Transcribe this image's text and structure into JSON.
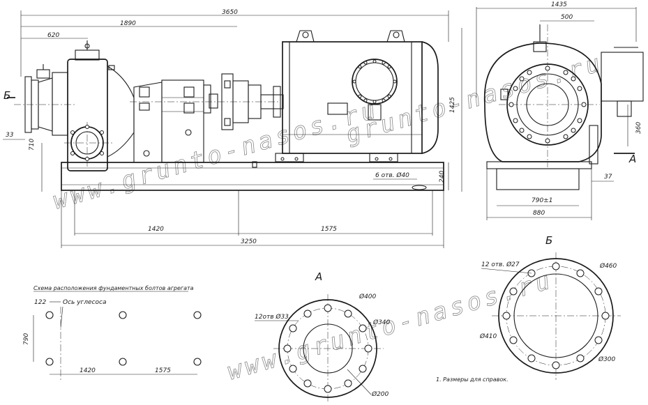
{
  "watermark": {
    "text_main": "www.grunto-nasos.ru",
    "text_top": "grunto-nasos.ru",
    "text_bottom": "www.grunto-nasos.ru"
  },
  "section_labels": {
    "a_marker": "А",
    "b_marker": "Б",
    "a_view": "А",
    "b_view": "Б"
  },
  "dimensions": {
    "overall_length": "3650",
    "d1890": "1890",
    "d620": "620",
    "height": "1425",
    "d710": "710",
    "d33": "33",
    "d240": "240",
    "base_length": "3250",
    "d1420": "1420",
    "d1575": "1575",
    "holes_base": "6 отв. Ø40",
    "end_width": "1435",
    "d500": "500",
    "d360": "360",
    "d37": "37",
    "d790": "790±1",
    "d880": "880",
    "a_holes": "12отв Ø33",
    "a_d400": "Ø400",
    "a_d340": "Ø340",
    "a_d200": "Ø200",
    "b_holes": "12 отв. Ø27",
    "b_d460": "Ø460",
    "b_d410": "Ø410",
    "b_d300": "Ø300"
  },
  "foundation_scheme": {
    "title": "Схема расположения фундаментных болтов агрегата",
    "d122": "122",
    "axis_label": "Ось углесоса",
    "d790": "790",
    "d1420": "1420",
    "d1575": "1575"
  },
  "note": "1. Размеры для справок."
}
